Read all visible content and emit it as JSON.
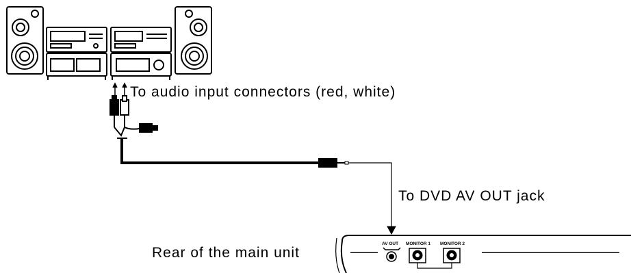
{
  "labels": {
    "audio_input": "To audio input connectors (red, white)",
    "dvd_av_out": "To DVD AV OUT jack",
    "rear_unit": "Rear of the main unit"
  },
  "ports": {
    "av_out": "AV OUT",
    "monitor_1": "MONITOR 1",
    "monitor_2": "MONITOR 2"
  }
}
